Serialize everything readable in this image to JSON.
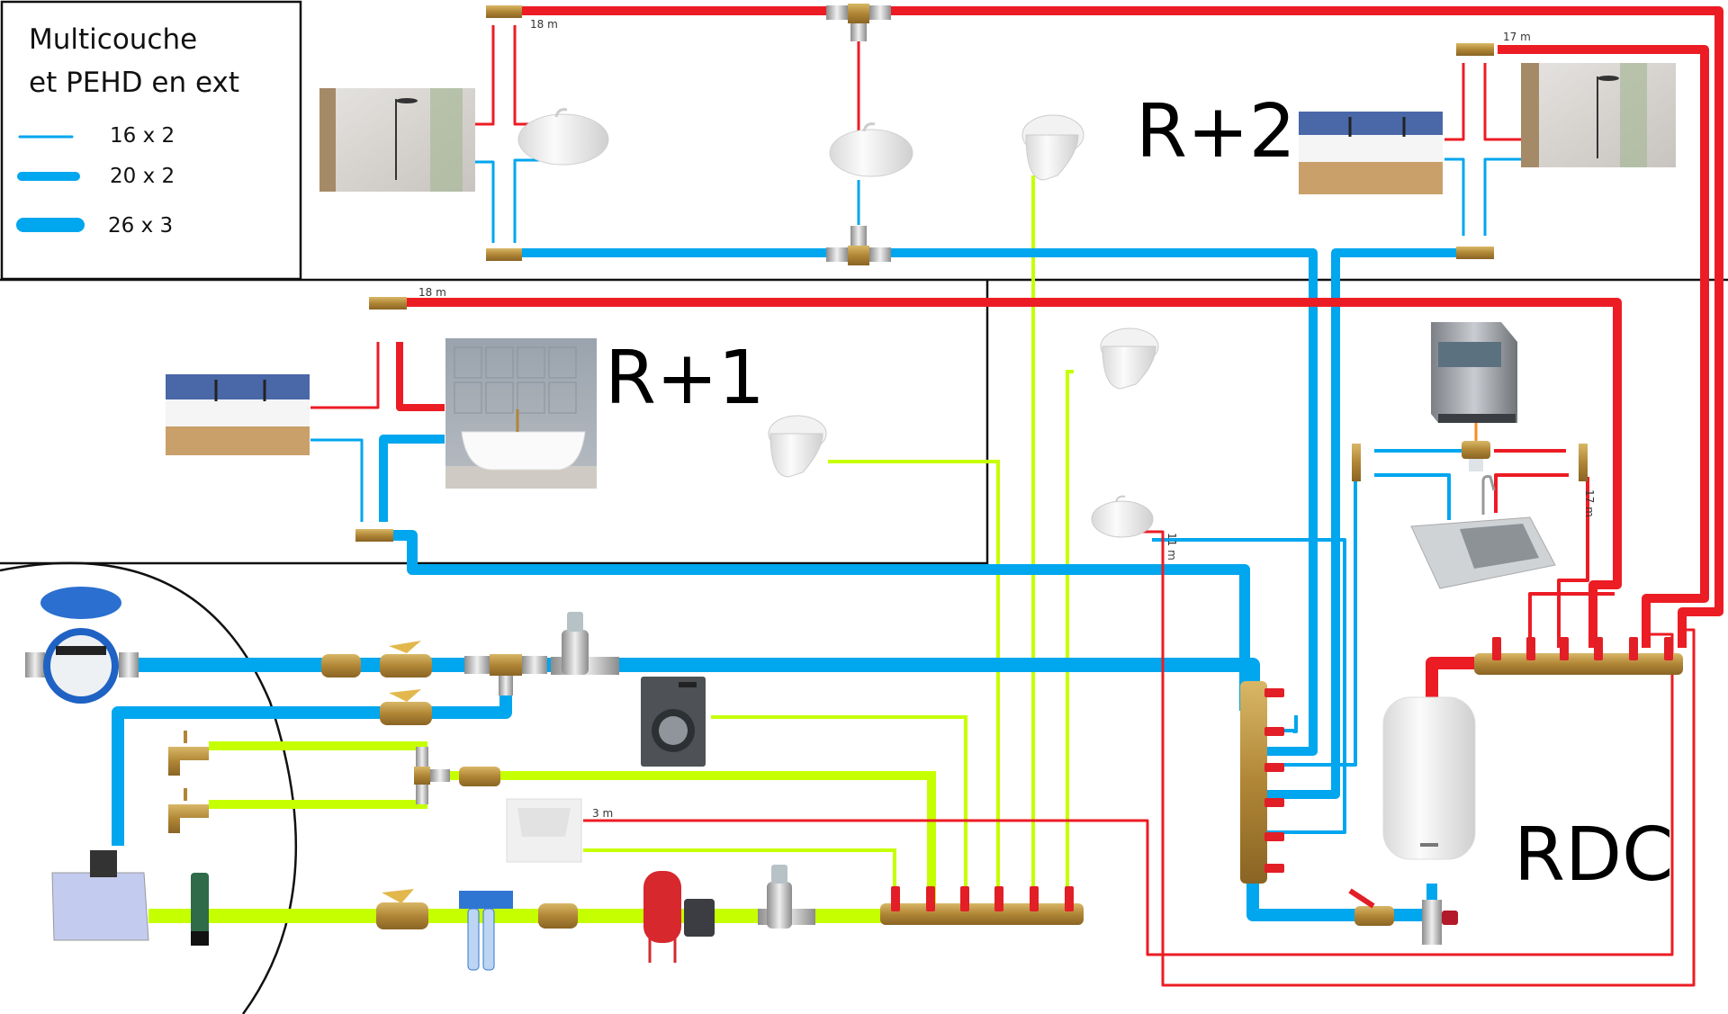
{
  "diagram": {
    "title": "Plumbing distribution schematic",
    "colors": {
      "cold": "#00a6ee",
      "hot": "#ec1c24",
      "rainwater": "#c6ff00",
      "brass": "#b8923a",
      "border": "#111111"
    },
    "legend": {
      "title_line1": "Multicouche",
      "title_line2": "et PEHD en ext",
      "items": [
        {
          "label": "16 x 2",
          "weight": "thin"
        },
        {
          "label": "20 x 2",
          "weight": "medium"
        },
        {
          "label": "26 x 3",
          "weight": "thick"
        }
      ]
    },
    "floors": [
      {
        "id": "r2",
        "label": "R+2"
      },
      {
        "id": "r1",
        "label": "R+1"
      },
      {
        "id": "rdc",
        "label": "RDC"
      }
    ],
    "lengths": {
      "r2_left": "18 m",
      "r2_right": "17 m",
      "r1": "18 m",
      "rdc_basin": "11 m",
      "kitchen": "17 m",
      "utility_sink": "3 m"
    },
    "fixtures": {
      "r2": [
        "Shower",
        "Washbasin",
        "Washbasin",
        "Wall-hung WC",
        "Double vanity",
        "Shower"
      ],
      "r1": [
        "Double vanity",
        "Clawfoot bathtub",
        "Wall-hung WC"
      ],
      "rdc": [
        "Wall-hung WC",
        "Washbasin",
        "Dishwasher",
        "Kitchen sink",
        "Washing machine",
        "Utility sink",
        "Electric water heater"
      ],
      "exterior": [
        "Water meter",
        "Check valve",
        "Ball valve",
        "Ball valve",
        "Garden tap",
        "Garden tap",
        "Rainwater tank",
        "Submersible pump"
      ],
      "treatment": [
        "Ball valve",
        "UV filter unit",
        "Check valve",
        "Expansion vessel",
        "Pressure switch",
        "Pressure reducer"
      ],
      "manifolds": [
        "Cold water manifold",
        "Hot water manifold",
        "Rainwater manifold"
      ]
    }
  }
}
